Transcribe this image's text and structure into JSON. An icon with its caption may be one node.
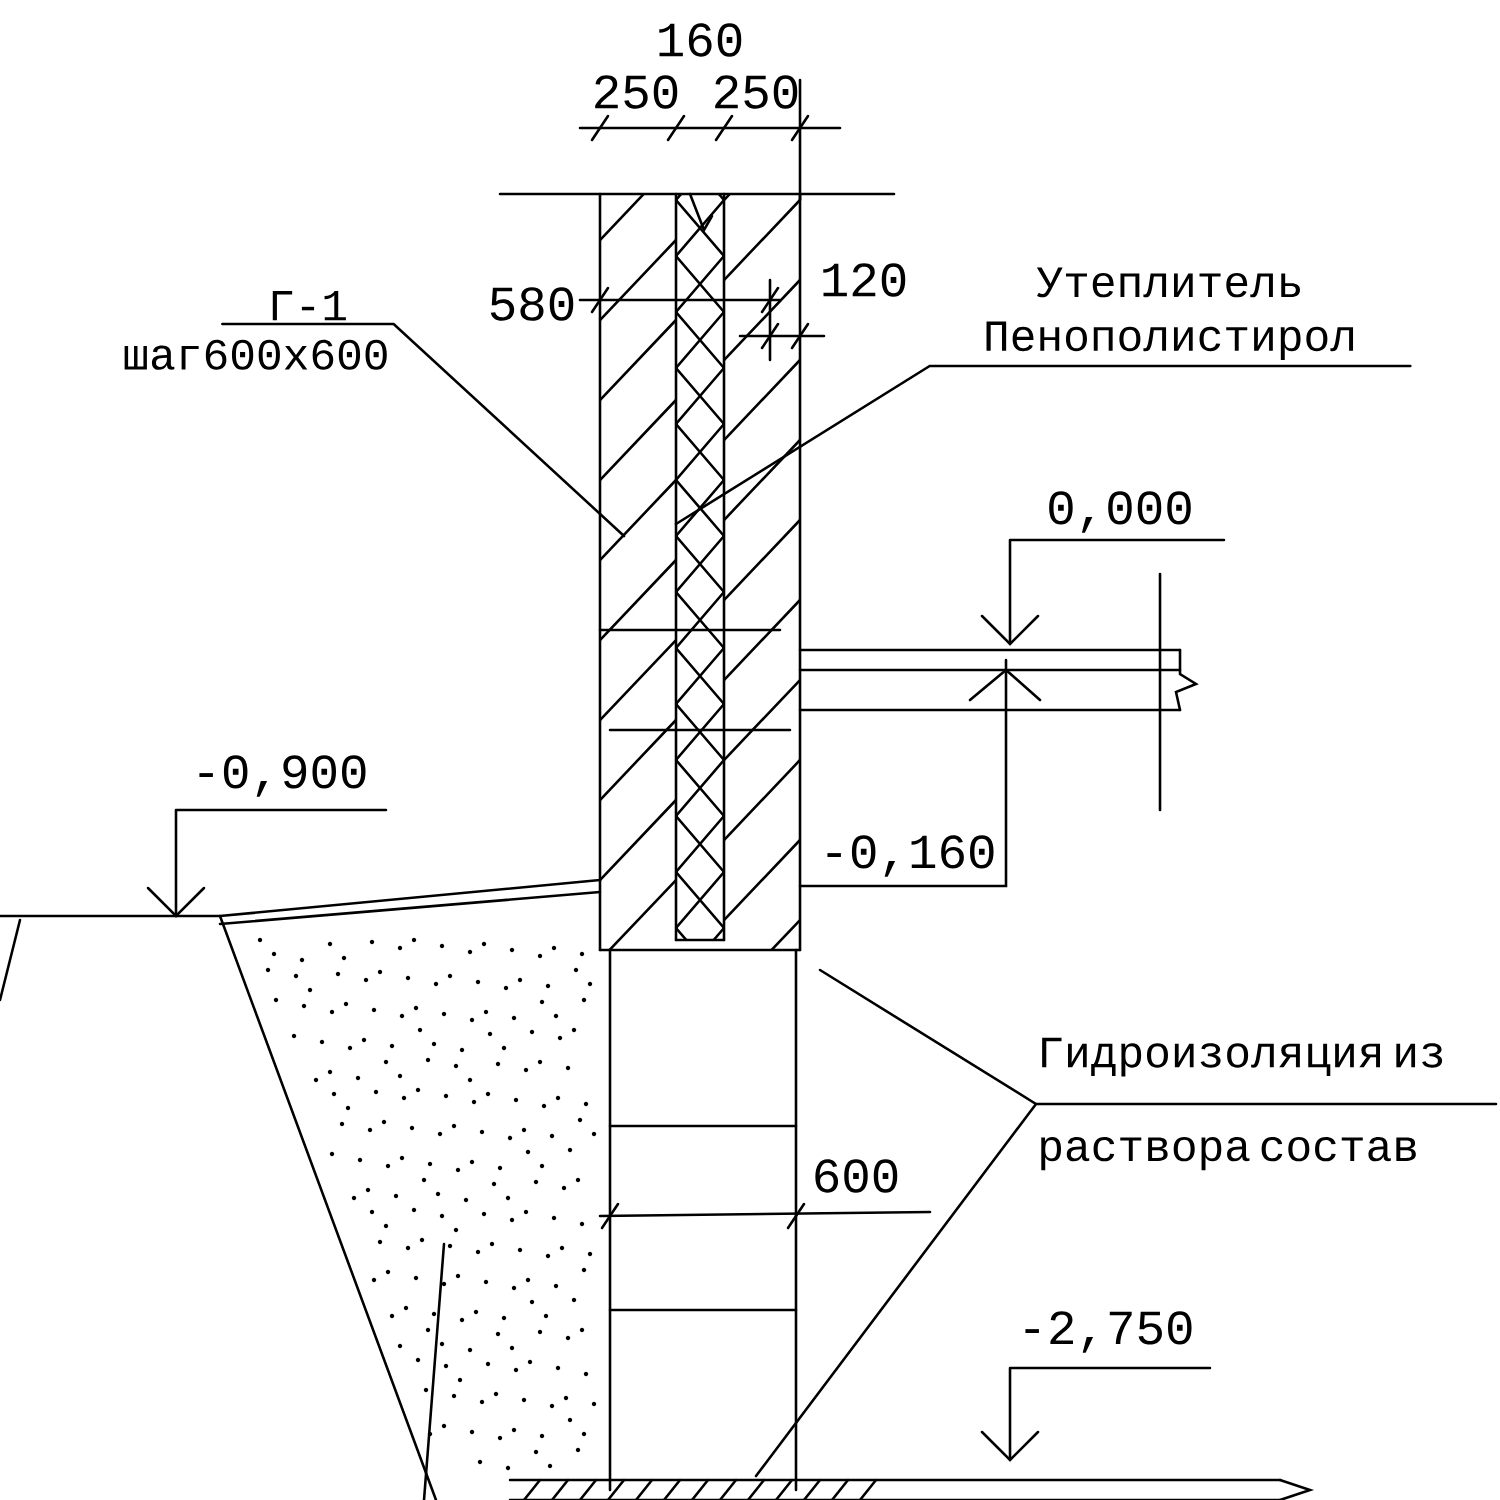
{
  "diagram": {
    "nodes": [
      {
        "text": [
          "Г-1",
          "шаг600х600"
        ]
      },
      {
        "text": [
          "Утеплитель Пенополистирол"
        ]
      },
      {
        "text": [
          "Гидроизоляция из раствора состав"
        ]
      }
    ],
    "edges": [
      {
        "from": 0,
        "to": null,
        "arrow": "none"
      },
      {
        "from": 1,
        "to": null,
        "arrow": "none"
      },
      {
        "from": 2,
        "to": null,
        "arrow": "none"
      },
      {
        "from": 2,
        "to": null,
        "arrow": "none"
      }
    ],
    "labels": [
      "160",
      "250",
      "250",
      "580",
      "120",
      "0,000",
      "-0,900",
      "-0,160",
      "600",
      "-2,750"
    ]
  }
}
